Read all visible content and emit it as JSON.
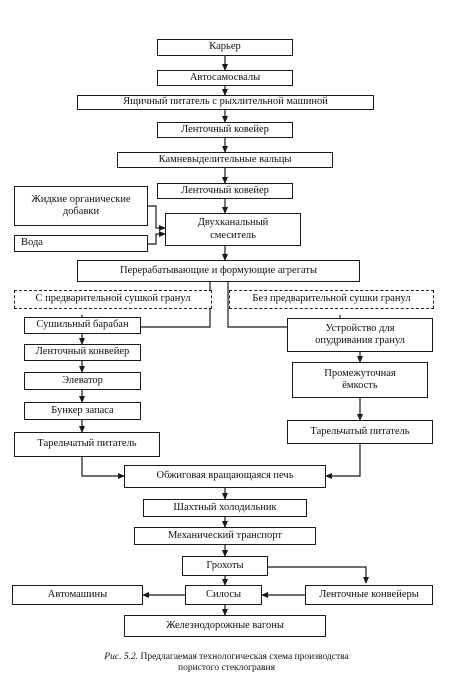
{
  "nodes": {
    "quarry": "Карьер",
    "dump_trucks": "Автосамосвалы",
    "box_feeder": "Ящичный питатель с рыхлительной машиной",
    "belt_conveyor_1": "Ленточный ковейер",
    "stone_rollers": "Камневыделительные вальцы",
    "belt_conveyor_2": "Ленточный ковейер",
    "liquid_additives": "Жидкие органические\nдобавки",
    "twin_mixer": "Двухканальный\nсмеситель",
    "water": "Вода",
    "forming_units": "Перерабатывающие и формующие агрегаты",
    "with_drying": "С предварительной сушкой гранул",
    "without_drying": "Без предварительной сушки гранул",
    "drying_drum": "Сушильный барабан",
    "belt_conveyor_3": "Ленточный конвейер",
    "dusting_device": "Устройство для\nопудривания гранул",
    "elevator": "Элеватор",
    "intermediate_tank": "Промежуточная\nёмкость",
    "reserve_bunker": "Бункер запаса",
    "plate_feeder_left": "Тарельчатый питатель",
    "plate_feeder_right": "Тарельчатый питатель",
    "kiln": "Обжиговая вращающаяся печь",
    "shaft_cooler": "Шахтный холодильник",
    "mech_transport": "Механический транспорт",
    "screens": "Грохоты",
    "trucks": "Автомашины",
    "silos": "Силосы",
    "belt_conveyors": "Ленточные конвейеры",
    "railcars": "Железнодорожные вагоны"
  },
  "caption": {
    "label": "Рис. 5.2.",
    "line1": "Предлагаемая технологическая схема производства",
    "line2": "пористого стеклогравия"
  },
  "colors": {
    "line": "#1a1a1a",
    "background": "#ffffff"
  }
}
